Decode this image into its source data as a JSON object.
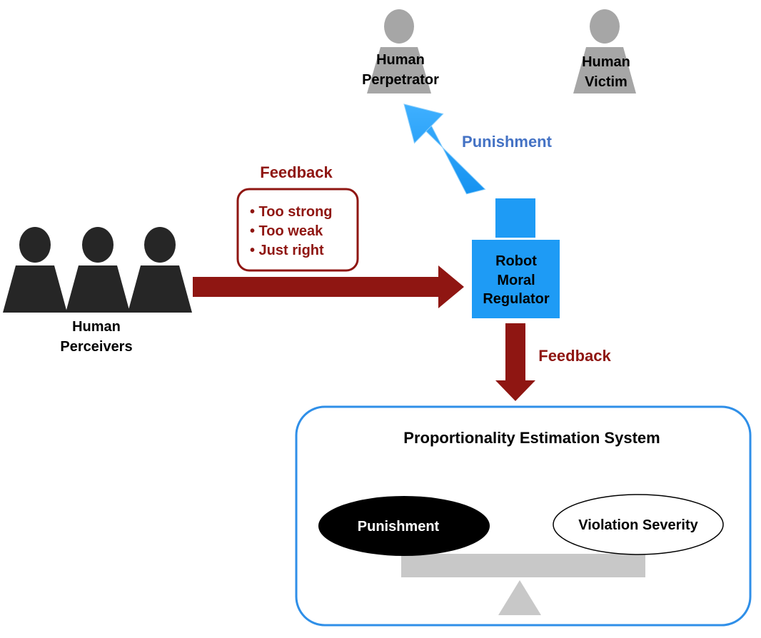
{
  "people": {
    "perpetrator": {
      "line1": "Human",
      "line2": "Perpetrator"
    },
    "victim": {
      "line1": "Human",
      "line2": "Victim"
    },
    "perceivers": {
      "line1": "Human",
      "line2": "Perceivers"
    }
  },
  "robot": {
    "line1": "Robot",
    "line2": "Moral",
    "line3": "Regulator"
  },
  "arrows": {
    "punishment_label": "Punishment",
    "feedback_top_label": "Feedback",
    "feedback_bottom_label": "Feedback"
  },
  "feedback_options": [
    "• Too strong",
    "• Too weak",
    "• Just right"
  ],
  "system": {
    "title": "Proportionality Estimation System",
    "left_pan": "Punishment",
    "right_pan": "Violation Severity"
  },
  "colors": {
    "person_gray": "#a6a6a6",
    "person_dark": "#262626",
    "robot_blue": "#1e9bf5",
    "punish_arrow": "#1e9bf5",
    "punish_text": "#4472c4",
    "feedback": "#8f1612",
    "system_border": "#2f8fe8",
    "scale_gray": "#c8c8c8"
  }
}
